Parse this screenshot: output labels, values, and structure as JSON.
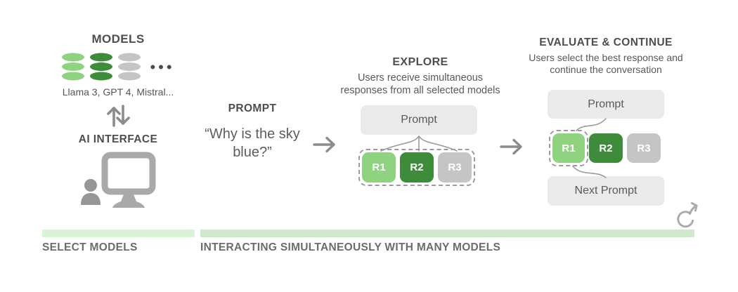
{
  "models": {
    "title": "MODELS",
    "examples": "Llama 3, GPT 4, Mistral...",
    "interface_label": "AI INTERFACE",
    "model_colors": [
      "#8FD381",
      "#3E8B3C",
      "#C5C5C5"
    ]
  },
  "prompt": {
    "title": "PROMPT",
    "quote": "“Why is the sky blue?”"
  },
  "explore": {
    "title": "EXPLORE",
    "subtitle": "Users receive simultaneous responses from all selected models",
    "prompt_label": "Prompt",
    "responses": [
      {
        "label": "R1",
        "color": "#8FD381"
      },
      {
        "label": "R2",
        "color": "#3E8B3C"
      },
      {
        "label": "R3",
        "color": "#C5C5C5"
      }
    ]
  },
  "evaluate": {
    "title": "EVALUATE & CONTINUE",
    "subtitle": "Users select the best response and continue the conversation",
    "prompt_label": "Prompt",
    "responses": [
      {
        "label": "R1",
        "color": "#8FD381",
        "selected": true
      },
      {
        "label": "R2",
        "color": "#3E8B3C",
        "selected": false
      },
      {
        "label": "R3",
        "color": "#C5C5C5",
        "selected": false
      }
    ],
    "next_prompt_label": "Next Prompt"
  },
  "footer": {
    "select_label": "SELECT MODELS",
    "interact_label": "INTERACTING SIMULTANEOUSLY WITH MANY MODELS",
    "bar_colors": {
      "select": "#D9F3D6",
      "interact": "#D0E8CB"
    }
  },
  "icons": {
    "ellipsis": "•••",
    "swap_arrows": "up-down-arrows",
    "right_arrow": "right-arrow",
    "user_computer": "person-at-computer",
    "redo": "circular-redo-arrow"
  }
}
